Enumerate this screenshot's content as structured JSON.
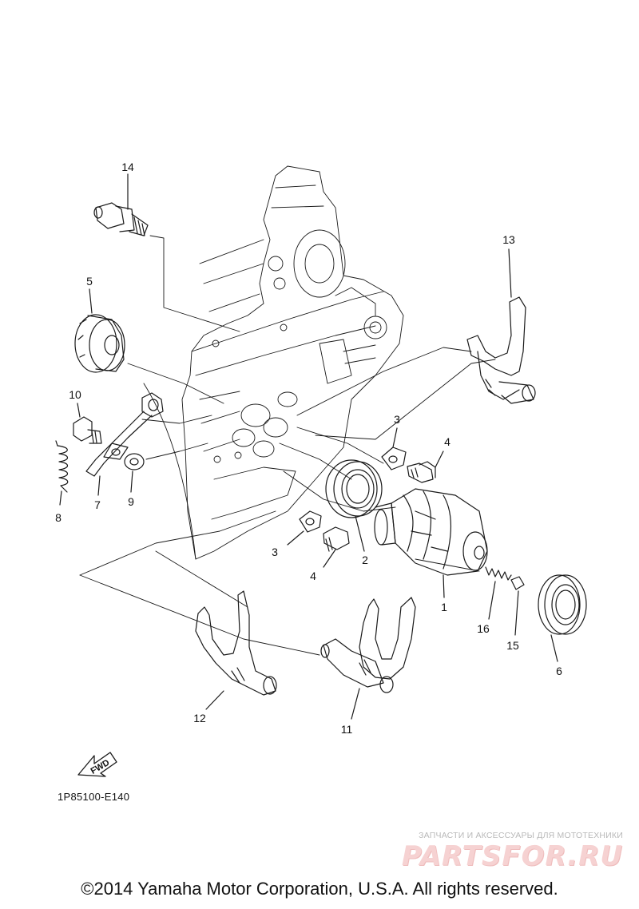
{
  "callouts": {
    "p1": "1",
    "p2": "2",
    "p3a": "3",
    "p3b": "3",
    "p4a": "4",
    "p4b": "4",
    "p5": "5",
    "p6": "6",
    "p7": "7",
    "p8": "8",
    "p9": "9",
    "p10": "10",
    "p11": "11",
    "p12": "12",
    "p13": "13",
    "p14": "14",
    "p15": "15",
    "p16": "16"
  },
  "fwd_label": "FWD",
  "diagram_code": "1P85100-E140",
  "watermark": {
    "tagline": "ЗАПЧАСТИ И АКСЕССУАРЫ ДЛЯ МОТОТЕХНИКИ",
    "logo": "PARTSFOR.RU"
  },
  "copyright": "©2014 Yamaha Motor Corporation, U.S.A. All rights reserved.",
  "colors": {
    "line": "#1a1a1a",
    "watermark": "#f2c4c4"
  }
}
